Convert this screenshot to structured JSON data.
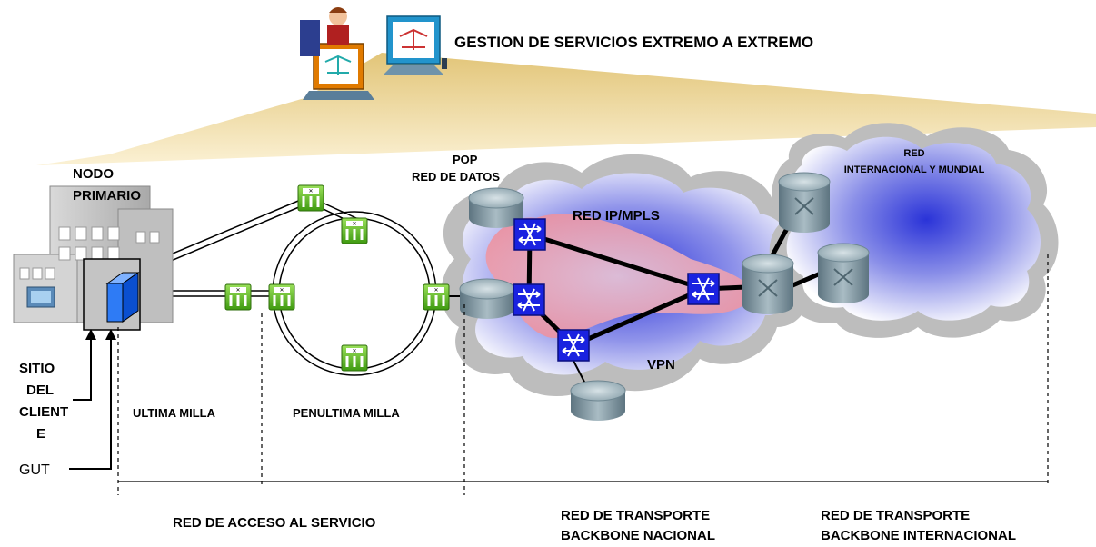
{
  "header": {
    "title": "GESTION DE SERVICIOS EXTREMO A EXTREMO"
  },
  "labels": {
    "nodo_line1": "NODO",
    "nodo_line2": "PRIMARIO",
    "pop_line1": "POP",
    "pop_line2": "RED DE DATOS",
    "red_ip_mpls": "RED IP/MPLS",
    "vpn": "VPN",
    "red_int_line1": "RED",
    "red_int_line2": "INTERNACIONAL Y MUNDIAL",
    "sitio_line1": "SITIO",
    "sitio_line2": "DEL",
    "sitio_line3": "CLIENT",
    "sitio_line4": "E",
    "gut": "GUT",
    "ultima_milla": "ULTIMA MILLA",
    "penultima_milla": "PENULTIMA MILLA",
    "red_acceso": "RED DE ACCESO AL SERVICIO",
    "transporte_nac_line1": "RED DE TRANSPORTE",
    "transporte_nac_line2": "BACKBONE NACIONAL",
    "transporte_int_line1": "RED DE TRANSPORTE",
    "transporte_int_line2": "BACKBONE INTERNACIONAL"
  },
  "colors": {
    "beam": "#e8cf8a",
    "cloud_gray": "#bdbdbd",
    "cloud_blue": "#2a33d8",
    "mpls_pink": "#f4a0a8",
    "switch_blue": "#1a22e0",
    "router_gray": "#7f9aa6",
    "mux_green": "#6cc02a",
    "building": "#c8c8c8"
  },
  "icons": {
    "operator": "person-at-computer-icon",
    "management_pc": "network-management-computer-icon",
    "router": "router-icon",
    "switch": "atm-switch-icon",
    "mux": "multiplexer-icon",
    "building": "building-icon",
    "cpe": "cpe-device-icon"
  }
}
